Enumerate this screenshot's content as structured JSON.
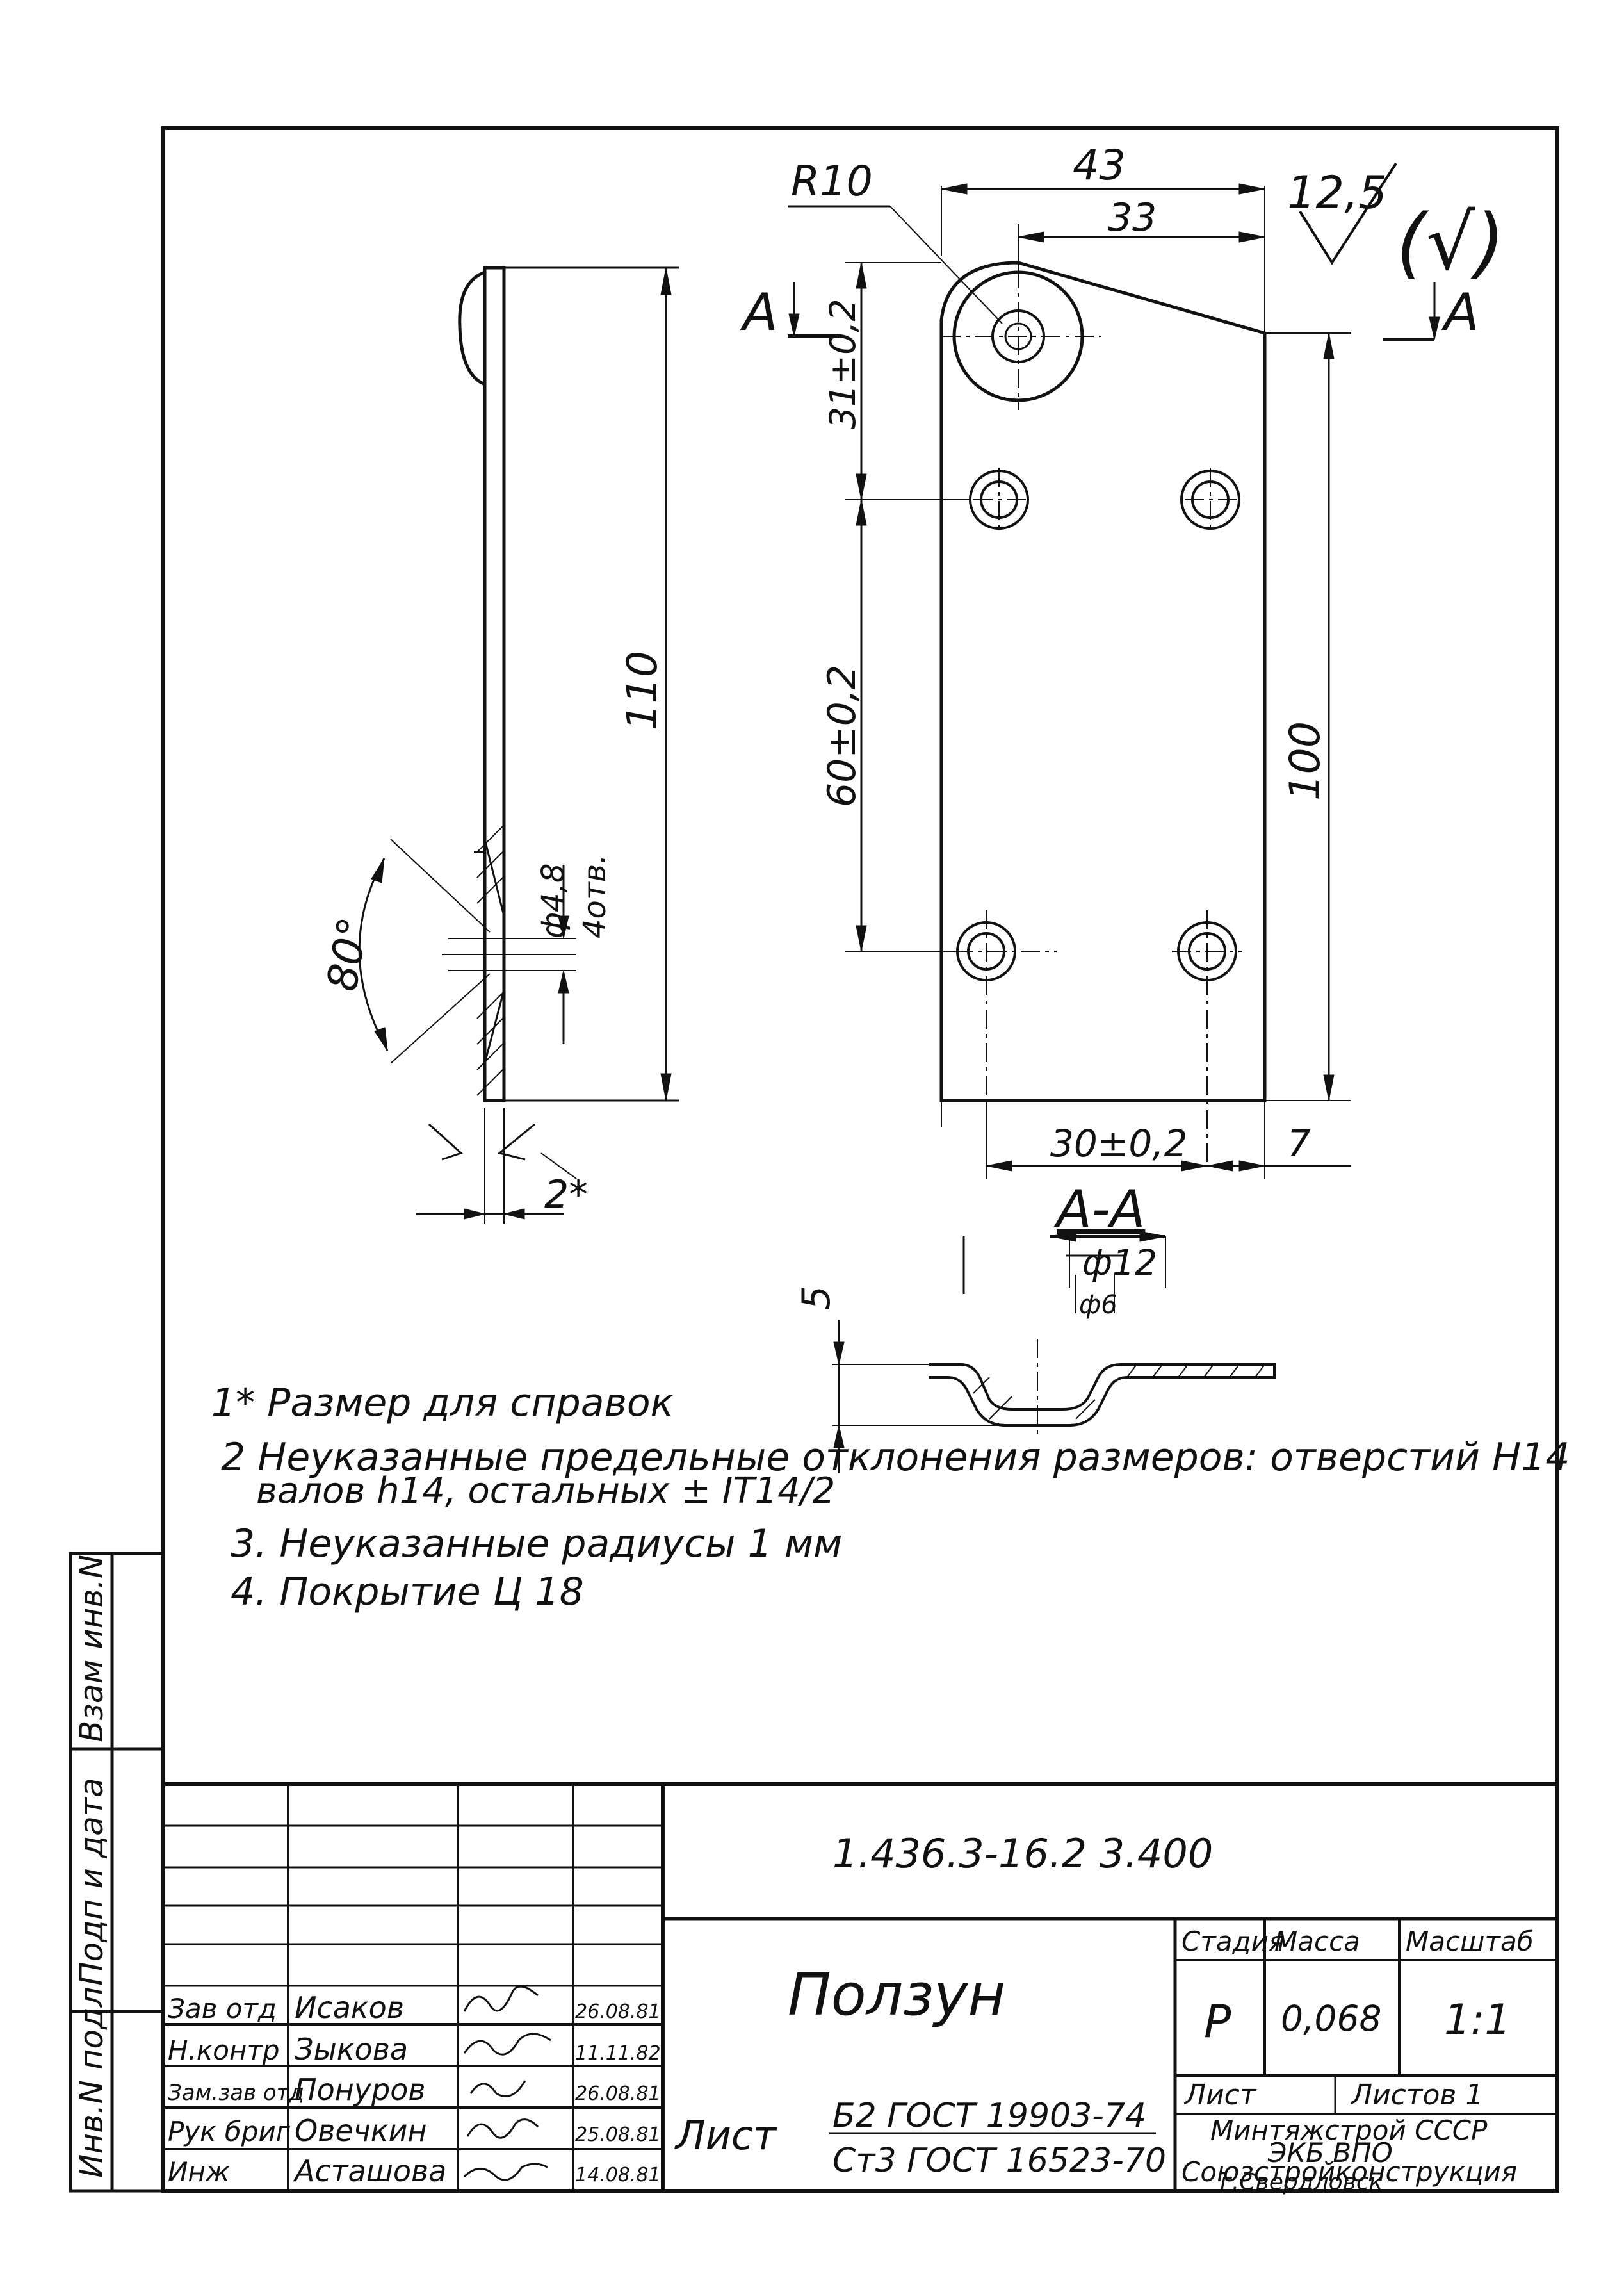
{
  "drawing": {
    "surface_roughness": "12,5",
    "roughness_other": "(√)",
    "section_mark": "A",
    "section_title": "A-A",
    "dims": {
      "r10": "R10",
      "w43": "43",
      "w33": "33",
      "v31": "31±0,2",
      "v60": "60±0,2",
      "v100": "100",
      "v110": "110",
      "hole": "ф4,8",
      "hole_count": "4отв.",
      "angle": "80°",
      "thick": "2*",
      "h30": "30±0,2",
      "h7": "7",
      "d12": "ф12",
      "d6": "ф6",
      "s5": "5"
    }
  },
  "notes": [
    "1* Размер для справок",
    "2 Неуказанные предельные отклонения размеров: отверстий H14",
    "валов h14, остальных ± IT14/2",
    "3. Неуказанные радиусы 1 мм",
    "4. Покрытие Ц 18"
  ],
  "side_stamp": {
    "vzam": "Взам инв.N",
    "podp": "Подп и дата",
    "inv": "Инв.N подл"
  },
  "title_block": {
    "doc_number": "1.436.3-16.2 3.400",
    "part_name": "Ползун",
    "stage_label": "Стадия",
    "mass_label": "Масса",
    "scale_label": "Масштаб",
    "stage": "Р",
    "mass": "0,068",
    "scale": "1:1",
    "sheet_label": "Лист",
    "sheets_label": "Листов 1",
    "material_label": "Лист",
    "material_top": "Б2 ГОСТ 19903-74",
    "material_bottom": "Ст3 ГОСТ 16523-70",
    "org": [
      "Минтяжстрой СССР",
      "ЭКБ ВПО",
      "Союзстройконструкция",
      "г.Свердловск"
    ],
    "signers": [
      {
        "role": "Зав отд",
        "name": "Исаков",
        "date": "26.08.81"
      },
      {
        "role": "Н.контр",
        "name": "Зыкова",
        "date": "11.11.82"
      },
      {
        "role": "Зам.зав отд",
        "name": "Понуров",
        "date": "26.08.81"
      },
      {
        "role": "Рук бриг",
        "name": "Овечкин",
        "date": "25.08.81"
      },
      {
        "role": "Инж",
        "name": "Асташова",
        "date": "14.08.81"
      }
    ]
  }
}
